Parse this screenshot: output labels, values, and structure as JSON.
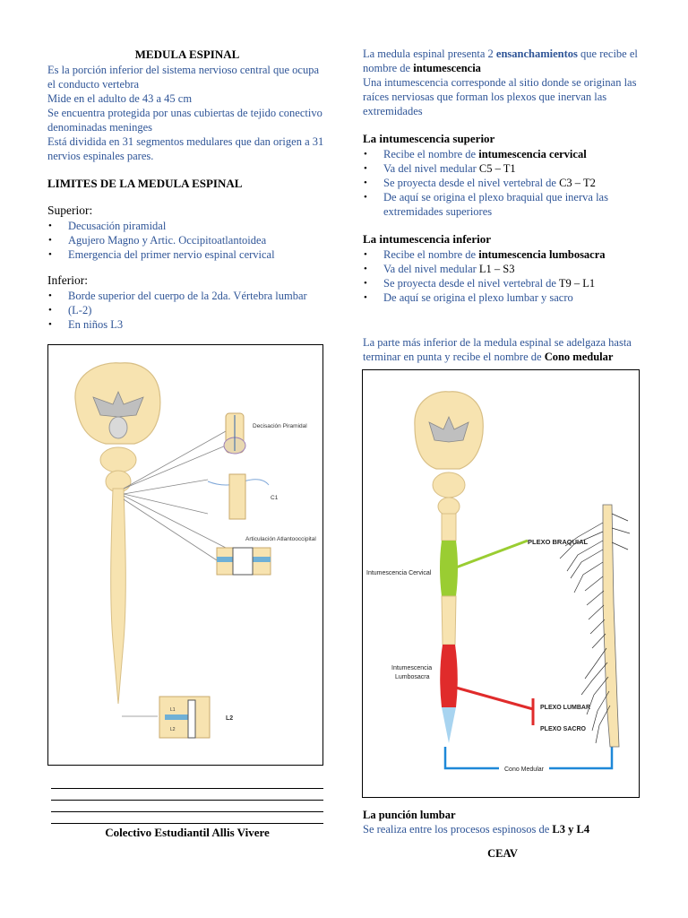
{
  "left": {
    "title": "MEDULA ESPINAL",
    "intro": [
      "Es la porción inferior del sistema nervioso central que ocupa el conducto vertebra",
      "Mide en el adulto de 43 a 45 cm",
      "Se encuentra protegida por unas cubiertas de tejido conectivo denominadas meninges",
      "Está dividida en 31 segmentos medulares que dan origen a 31 nervios espinales pares."
    ],
    "limits_heading": "LIMITES DE LA MEDULA ESPINAL",
    "superior_label": "Superior:",
    "superior_items": [
      "Decusación piramidal",
      "Agujero Magno y Artic. Occipitoatlantoidea",
      "Emergencia del primer nervio espinal cervical"
    ],
    "inferior_label": "Inferior:",
    "inferior_items": [
      "Borde superior del cuerpo de la 2da. Vértebra lumbar",
      "(L-2)",
      "En niños L3"
    ],
    "figure_labels": {
      "decusacion": "Decisación Piramidal",
      "c1": "C1",
      "articulacion": "Articulación Atlantooccipital",
      "l1": "L1",
      "l2small": "L2",
      "l2": "L2"
    },
    "footer": "Colectivo Estudiantil Allis Vivere"
  },
  "right": {
    "p1_a": "La medula espinal presenta 2 ",
    "p1_b": "ensanchamientos",
    "p1_c": " que recibe el nombre de ",
    "p1_d": "intumescencia",
    "p2": "Una intumescencia corresponde al sitio donde se originan las raíces nerviosas que forman los plexos que inervan las extremidades",
    "sup_heading": "La intumescencia superior",
    "sup_items": [
      {
        "pre": "Recibe el nombre de ",
        "bold": "intumescencia cervical",
        "post": ""
      },
      {
        "pre": "Va del nivel medular ",
        "bold": "",
        "post": "",
        "black": "C5 – T1"
      },
      {
        "pre": "Se proyecta desde el nivel vertebral de ",
        "bold": "",
        "post": "",
        "black": "C3 – T2"
      },
      {
        "pre": "De aquí se origina el plexo braquial que inerva las extremidades superiores",
        "bold": "",
        "post": ""
      }
    ],
    "inf_heading": "La intumescencia inferior",
    "inf_items": [
      {
        "pre": "Recibe el nombre de ",
        "bold": "intumescencia lumbosacra",
        "post": ""
      },
      {
        "pre": "Va del nivel medular ",
        "bold": "",
        "post": "",
        "black": "L1 – S3"
      },
      {
        "pre": "Se proyecta desde el nivel vertebral de ",
        "bold": "",
        "post": "",
        "black": "T9 – L1"
      },
      {
        "pre": "De aquí se origina el plexo lumbar y sacro",
        "bold": "",
        "post": ""
      }
    ],
    "cono_text": "La parte más inferior de la medula espinal se adelgaza hasta terminar en punta y recibe el nombre de ",
    "cono_bold": "Cono medular",
    "figure_labels": {
      "plexo_braquial": "PLEXO BRAQUIAL",
      "int_cervical": "Intumescencia Cervical",
      "int_lumbosacra_1": "Intumescencia",
      "int_lumbosacra_2": "Lumbosacra",
      "plexo_lumbar": "PLEXO LUMBAR",
      "plexo_sacro": "PLEXO SACRO",
      "cono_medular": "Cono Medular"
    },
    "puncion_heading": "La punción lumbar",
    "puncion_text": "Se realiza entre los procesos espinosos de ",
    "puncion_bold": "L3 y L4",
    "sign": "CEAV"
  },
  "colors": {
    "text_blue": "#2f5597",
    "cord": "#f7e3b0",
    "green": "#9acd32",
    "red": "#e02b2b",
    "cono_blue": "#1e88d8"
  }
}
